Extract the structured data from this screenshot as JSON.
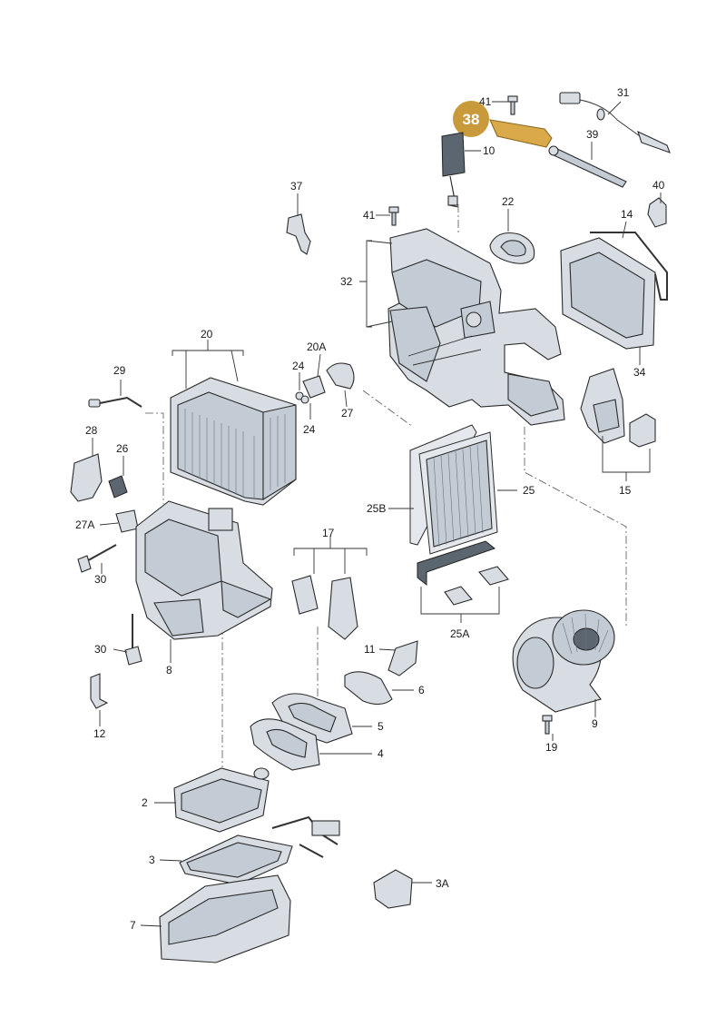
{
  "diagram": {
    "callouts": {
      "c2": "2",
      "c3": "3",
      "c3a": "3A",
      "c4": "4",
      "c5": "5",
      "c6": "6",
      "c7": "7",
      "c8": "8",
      "c9": "9",
      "c10": "10",
      "c11": "11",
      "c12": "12",
      "c14": "14",
      "c15": "15",
      "c17": "17",
      "c19": "19",
      "c20": "20",
      "c20a": "20A",
      "c22": "22",
      "c24a": "24",
      "c24b": "24",
      "c25": "25",
      "c25a": "25A",
      "c25b": "25B",
      "c26": "26",
      "c27": "27",
      "c27a": "27A",
      "c28": "28",
      "c29": "29",
      "c30a": "30",
      "c30b": "30",
      "c31": "31",
      "c32": "32",
      "c34": "34",
      "c37": "37",
      "c39": "39",
      "c40": "40",
      "c41a": "41",
      "c41b": "41"
    },
    "highlight": {
      "part": "38",
      "color": "#c89a3c"
    }
  }
}
